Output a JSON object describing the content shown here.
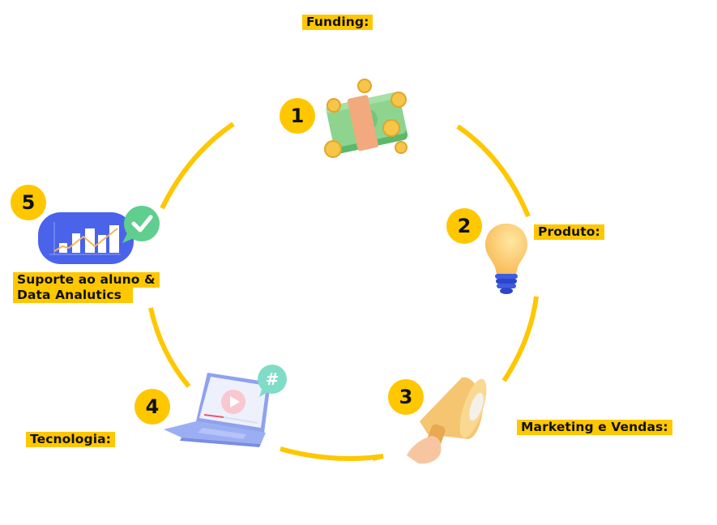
{
  "diagram": {
    "type": "cycle",
    "ring_color": "#FFC700",
    "steps": [
      {
        "number": "1",
        "label": "Funding:",
        "icon": "money-stack-icon"
      },
      {
        "number": "2",
        "label": "Produto:",
        "icon": "lightbulb-icon"
      },
      {
        "number": "3",
        "label": "Marketing e Vendas:",
        "icon": "megaphone-icon"
      },
      {
        "number": "4",
        "label": "Tecnologia:",
        "icon": "laptop-icon"
      },
      {
        "number": "5",
        "label_lines": [
          "Suporte ao aluno &",
          "Data Analutics"
        ],
        "icon": "analytics-chart-icon"
      }
    ],
    "laptop_badge_glyph": "#"
  }
}
